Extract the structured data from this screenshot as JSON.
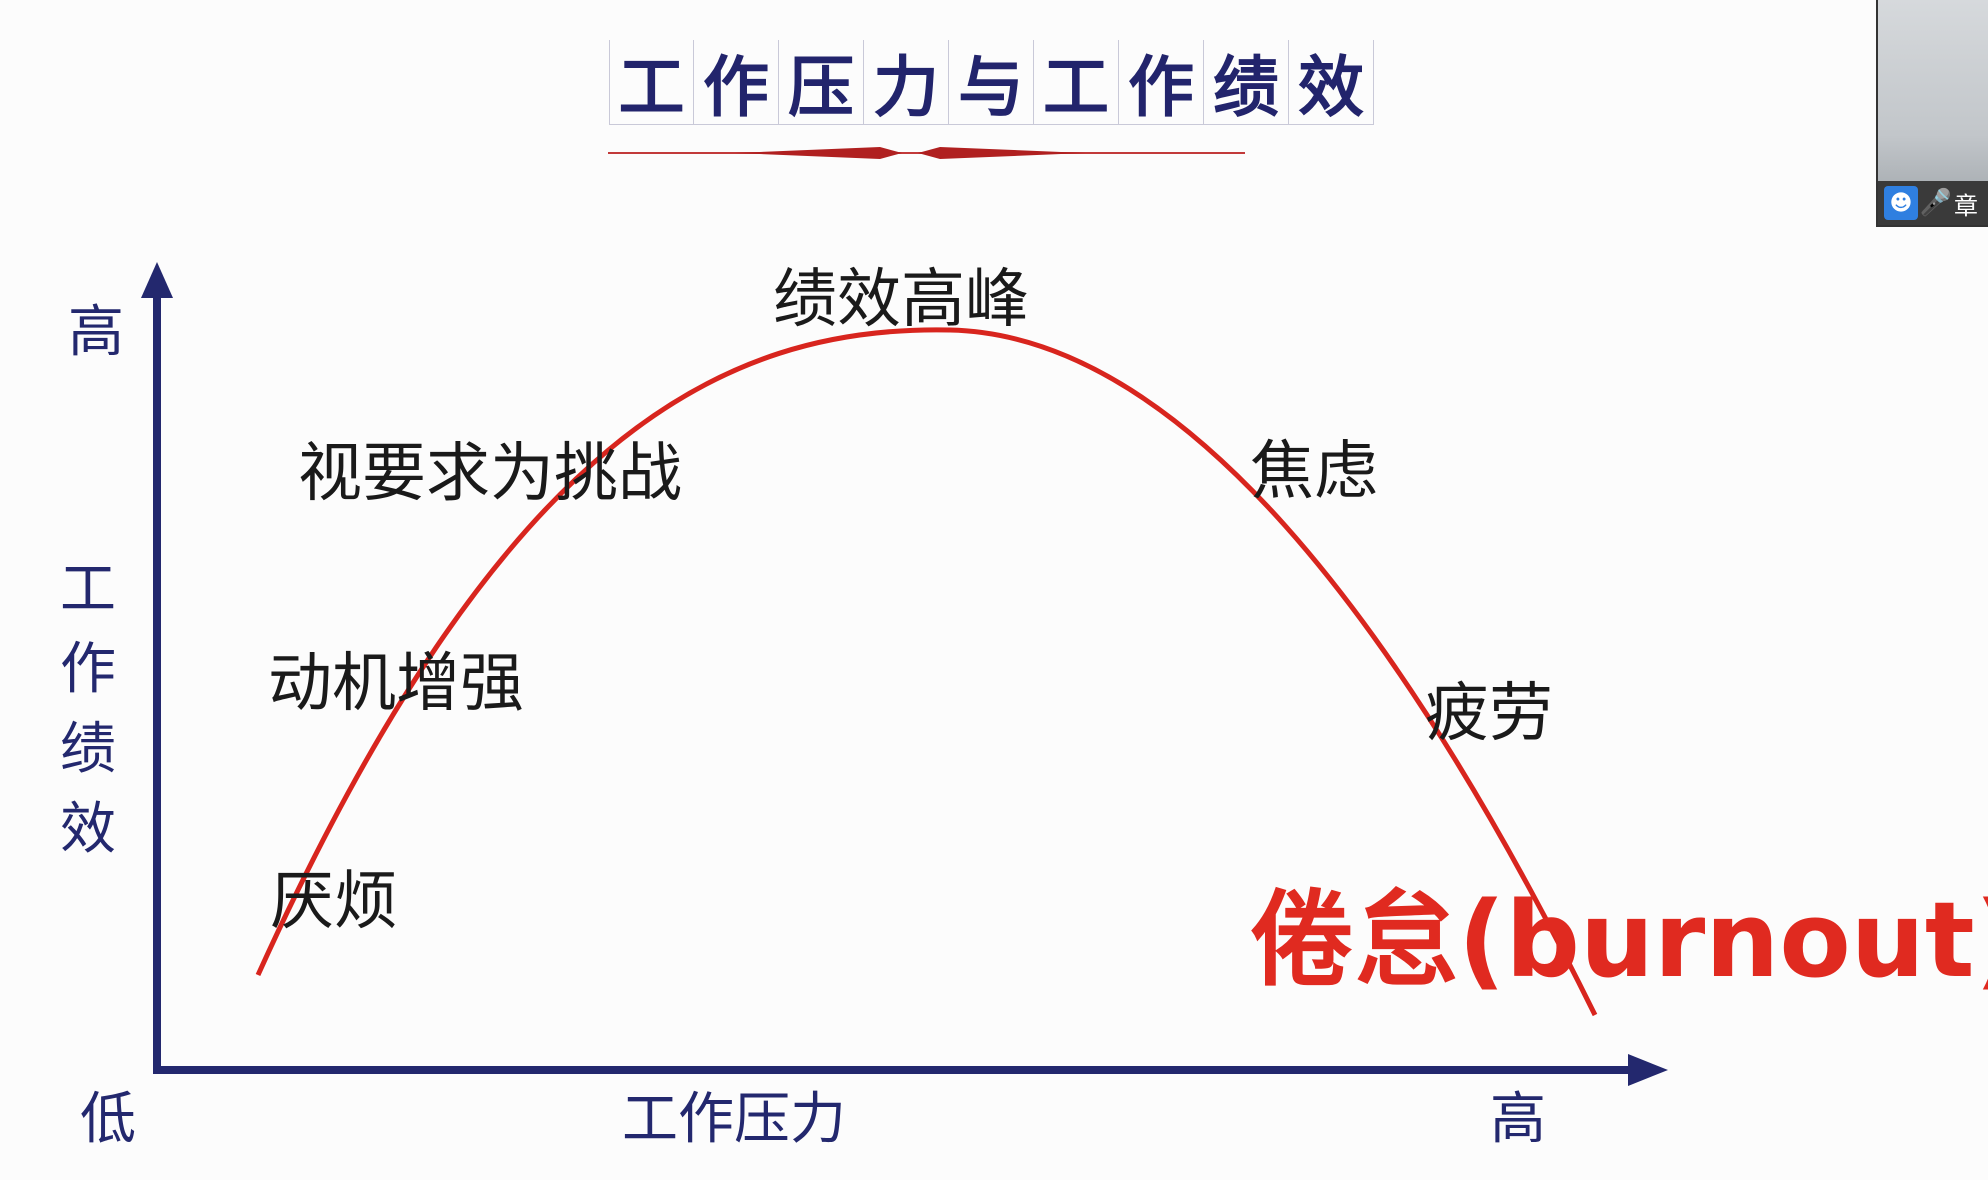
{
  "title": "工作压力与工作绩效",
  "title_chars": [
    "工",
    "作",
    "压",
    "力",
    "与",
    "工",
    "作",
    "绩",
    "效"
  ],
  "axes": {
    "y_title": "工作绩效",
    "y_high": "高",
    "x_title": "工作压力",
    "x_low": "低",
    "x_high": "高"
  },
  "curve_labels": {
    "peak": "绩效高峰",
    "challenge": "视要求为挑战",
    "motivation": "动机增强",
    "boredom": "厌烦",
    "anxiety": "焦虑",
    "fatigue": "疲劳",
    "burnout": "倦怠(burnout)"
  },
  "colors": {
    "axis": "#23286e",
    "curve": "#d8251e",
    "title": "#22246c",
    "burnout": "#e02a20"
  },
  "video_tile": {
    "name": "章",
    "user_icon": "user-icon",
    "mic_icon": "microphone-icon"
  }
}
